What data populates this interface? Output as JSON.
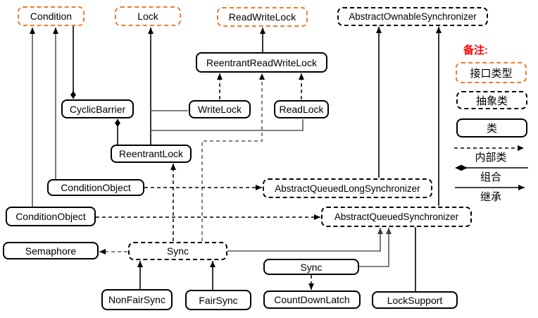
{
  "nodes": {
    "condition": "Condition",
    "lock": "Lock",
    "readwritelock": "ReadWriteLock",
    "abstractownablesynchronizer": "AbstractOwnableSynchronizer",
    "reentrantreadwritelock": "ReentrantReadWriteLock",
    "cyclicbarrier": "CyclicBarrier",
    "writelock": "WriteLock",
    "readlock": "ReadLock",
    "reentrantlock": "ReentrantLock",
    "conditionobject_upper": "ConditionObject",
    "abstractqueuedlongsynchronizer": "AbstractQueuedLongSynchronizer",
    "conditionobject_lower": "ConditionObject",
    "abstractqueuedsynchronizer": "AbstractQueuedSynchronizer",
    "semaphore": "Semaphore",
    "sync_abstract": "Sync",
    "sync_class": "Sync",
    "nonfairsync": "NonFairSync",
    "fairsync": "FairSync",
    "countdownlatch": "CountDownLatch",
    "locksupport": "LockSupport"
  },
  "legend": {
    "note_title": "备注:",
    "interface_label": "接口类型",
    "abstract_label": "抽象类",
    "class_label": "类",
    "inner_class_label": "内部类",
    "composition_label": "组合",
    "inheritance_label": "继承"
  },
  "colors": {
    "interface_border": "#ED7D31",
    "class_border": "#000000",
    "note_title": "#FF0000",
    "line_gray": "#595959",
    "line_black": "#000000",
    "background": "#FFFFFF"
  }
}
